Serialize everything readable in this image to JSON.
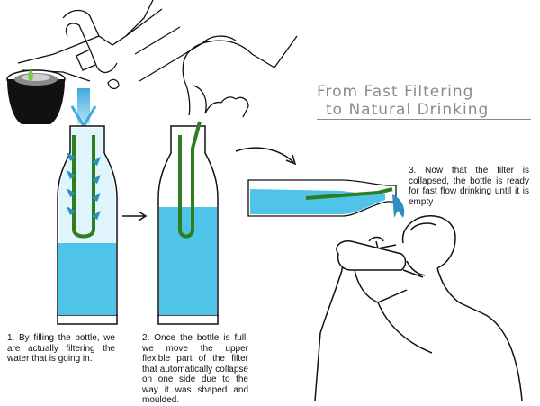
{
  "title": {
    "line1": "From Fast Filtering",
    "line2": "to Natural Drinking"
  },
  "captions": {
    "step1": "1. By filling the bottle, we are actually filtering the water that is going in.",
    "step2": "2. Once the bottle is full, we move the upper flexible part of the filter that automatically collapse on one side due to the way it was shaped and moulded.",
    "step3": "3. Now that the filter is collapsed, the bottle is ready for fast flow drinking until it is empty"
  },
  "colors": {
    "water": "#4fc3e8",
    "water_light": "#b5e6f6",
    "filter": "#2e7d1f",
    "ink": "#111111",
    "title": "#8a8a8a"
  }
}
